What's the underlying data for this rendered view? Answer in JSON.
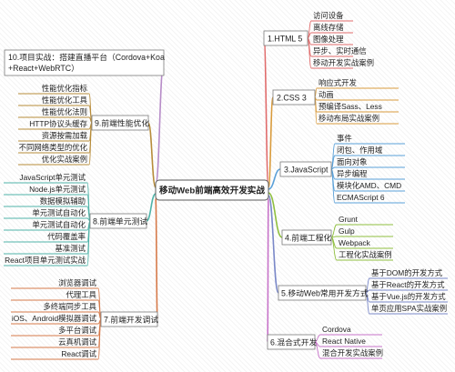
{
  "center": {
    "label": "移动Web前端高效开发实战"
  },
  "branches": [
    {
      "label": "1.HTML 5",
      "items": [
        "访问设备",
        "离线存储",
        "图像处理",
        "异步、实时通信",
        "移动开发实战案例"
      ]
    },
    {
      "label": "2.CSS 3",
      "items": [
        "响应式开发",
        "动画",
        "预编译Sass、Less",
        "移动布局实战案例"
      ]
    },
    {
      "label": "3.JavaScript",
      "items": [
        "事件",
        "闭包、作用域",
        "面向对象",
        "异步编程",
        "模块化AMD、CMD",
        "ECMAScript 6"
      ]
    },
    {
      "label": "4.前端工程化",
      "items": [
        "Grunt",
        "Gulp",
        "Webpack",
        "工程化实战案例"
      ]
    },
    {
      "label": "5.移动Web常用开发方式",
      "items": [
        "基于DOM的开发方式",
        "基于React的开发方式",
        "基于Vue.js的开发方式",
        "单页应用SPA实战案例"
      ]
    },
    {
      "label": "6.混合式开发",
      "items": [
        "Cordova",
        "React Native",
        "混合开发实战案例"
      ]
    },
    {
      "label": "7.前端开发调试",
      "items": [
        "浏览器调试",
        "代理工具",
        "多终端同步工具",
        "iOS、Android模拟器调试",
        "多平台调试",
        "云真机调试",
        "React调试"
      ]
    },
    {
      "label": "8.前端单元测试",
      "items": [
        "JavaScript单元测试",
        "Node.js单元测试",
        "数据模拟辅助",
        "单元测试自动化",
        "单元测试自动化",
        "代码覆盖率",
        "基准测试",
        "React项目单元测试实战"
      ]
    },
    {
      "label": "9.前端性能优化",
      "items": [
        "性能优化指标",
        "性能优化工具",
        "性能优化法则",
        "HTTP协议头缓存",
        "资源按需加载",
        "不同网络类型的优化",
        "优化实战案例"
      ]
    },
    {
      "label": "10.项目实战：搭建直播平台（Cordova+Koa+React+WebRTC）",
      "line1": "10.项目实战：搭建直播平台（Cordova+Koa",
      "line2": "+React+WebRTC）"
    }
  ]
}
